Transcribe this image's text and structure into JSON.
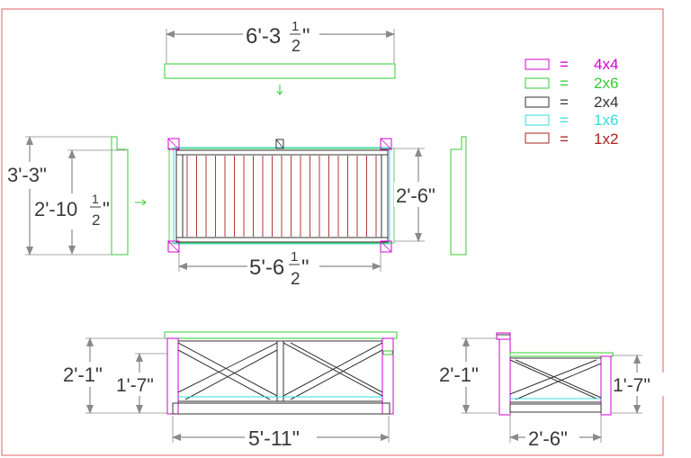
{
  "colors": {
    "frame": "#e06060",
    "post_4x4": "#d400d4",
    "board_2x6": "#33cc33",
    "board_2x4": "#333333",
    "board_1x6": "#33dddd",
    "board_1x2": "#aa2222",
    "dimension": "#8a8a8a",
    "dim_text": "#3a3a3a"
  },
  "legend": [
    {
      "key": "4x4",
      "eq": "=",
      "label": "4x4",
      "color": "#d400d4"
    },
    {
      "key": "2x6",
      "eq": "=",
      "label": "2x6",
      "color": "#33cc33"
    },
    {
      "key": "2x4",
      "eq": "=",
      "label": "2x4",
      "color": "#333333"
    },
    {
      "key": "1x6",
      "eq": "=",
      "label": "1x6",
      "color": "#33dddd"
    },
    {
      "key": "1x2",
      "eq": "=",
      "label": "1x2",
      "color": "#aa2222"
    }
  ],
  "dimensions": {
    "top_width": {
      "whole": "6'-3",
      "num": "1",
      "den": "2",
      "inch": "\""
    },
    "side_height_outer": "3'-3\"",
    "side_height_inner": {
      "whole": "2'-10",
      "num": "1",
      "den": "2",
      "inch": "\""
    },
    "plan_depth": "2'-6\"",
    "plan_width": {
      "whole": "5'-6",
      "num": "1",
      "den": "2",
      "inch": "\""
    },
    "front_height_outer": "2'-1\"",
    "front_height_inner": "1'-7\"",
    "front_width": "5'-11\"",
    "end_height_outer": "2'-1\"",
    "end_height_inner": "1'-7\"",
    "end_width": "2'-6\""
  }
}
